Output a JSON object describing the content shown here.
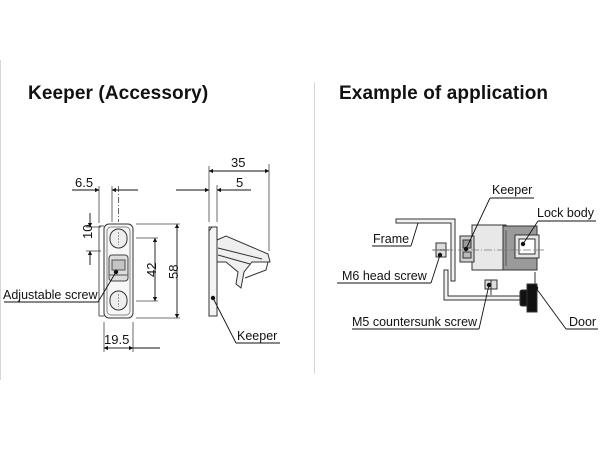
{
  "left_panel": {
    "heading": "Keeper (Accessory)",
    "dims": {
      "width_small": "6.5",
      "pitch_small": "10",
      "hole_spacing": "42",
      "height": "58",
      "base_width": "19.5",
      "depth": "35",
      "flange": "5"
    },
    "labels": {
      "adjustable_screw": "Adjustable screw",
      "keeper": "Keeper"
    }
  },
  "right_panel": {
    "heading": "Example of application",
    "labels": {
      "keeper": "Keeper",
      "lock_body": "Lock body",
      "frame": "Frame",
      "m6_head_screw": "M6 head screw",
      "m5_countersunk_screw": "M5 countersunk screw",
      "door": "Door"
    }
  }
}
